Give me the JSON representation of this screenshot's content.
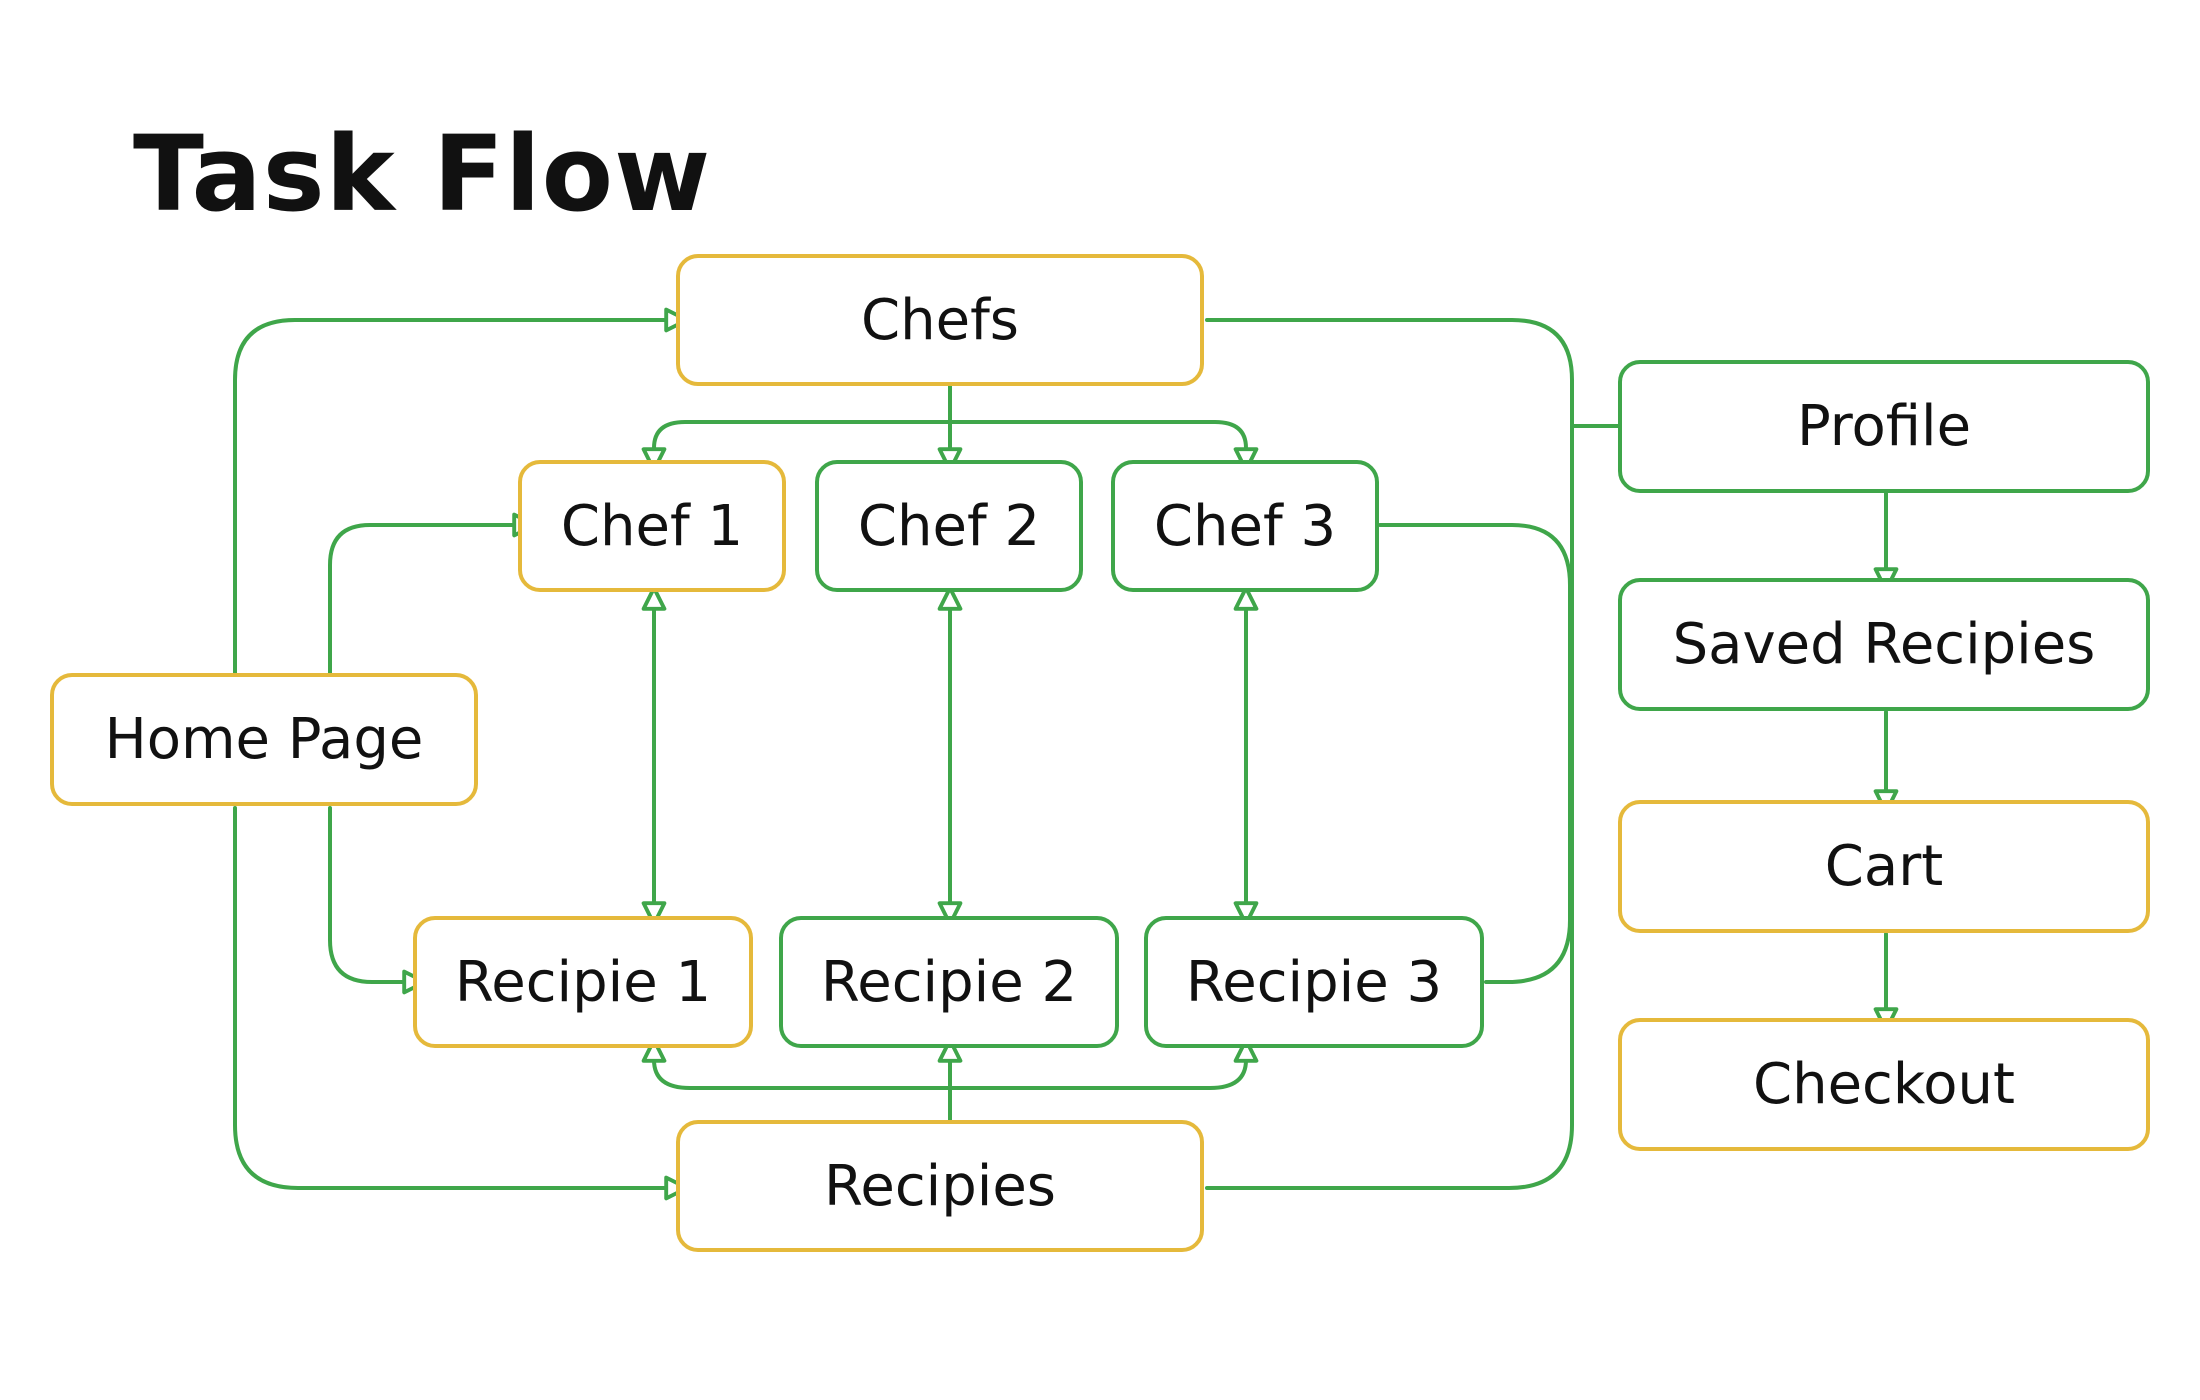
{
  "diagram": {
    "title": "Task Flow",
    "colors": {
      "connector": "#3fa64a",
      "node_yellow": "#e5b93b",
      "node_green": "#3fa64a",
      "text": "#111111"
    },
    "nodes": {
      "home_page": {
        "label": "Home Page",
        "border": "yellow"
      },
      "chefs": {
        "label": "Chefs",
        "border": "yellow"
      },
      "chef_1": {
        "label": "Chef 1",
        "border": "yellow"
      },
      "chef_2": {
        "label": "Chef 2",
        "border": "green"
      },
      "chef_3": {
        "label": "Chef 3",
        "border": "green"
      },
      "recipie_1": {
        "label": "Recipie 1",
        "border": "yellow"
      },
      "recipie_2": {
        "label": "Recipie 2",
        "border": "green"
      },
      "recipie_3": {
        "label": "Recipie 3",
        "border": "green"
      },
      "recipies": {
        "label": "Recipies",
        "border": "yellow"
      },
      "profile": {
        "label": "Profile",
        "border": "green"
      },
      "saved_recipies": {
        "label": "Saved Recipies",
        "border": "green"
      },
      "cart": {
        "label": "Cart",
        "border": "yellow"
      },
      "checkout": {
        "label": "Checkout",
        "border": "yellow"
      }
    },
    "edges": [
      {
        "from": "home_page",
        "to": "chefs"
      },
      {
        "from": "home_page",
        "to": "chef_1"
      },
      {
        "from": "home_page",
        "to": "recipie_1"
      },
      {
        "from": "home_page",
        "to": "recipies"
      },
      {
        "from": "chefs",
        "to": "chef_1"
      },
      {
        "from": "chefs",
        "to": "chef_2"
      },
      {
        "from": "chefs",
        "to": "chef_3"
      },
      {
        "from": "chef_1",
        "to": "recipie_1",
        "bidirectional": true
      },
      {
        "from": "chef_2",
        "to": "recipie_2",
        "bidirectional": true
      },
      {
        "from": "chef_3",
        "to": "recipie_3",
        "bidirectional": true
      },
      {
        "from": "recipies",
        "to": "recipie_1"
      },
      {
        "from": "recipies",
        "to": "recipie_2"
      },
      {
        "from": "recipies",
        "to": "recipie_3"
      },
      {
        "from": "chefs",
        "to": "profile"
      },
      {
        "from": "chef_3",
        "to": "profile"
      },
      {
        "from": "recipie_3",
        "to": "profile"
      },
      {
        "from": "recipies",
        "to": "profile"
      },
      {
        "from": "profile",
        "to": "saved_recipies"
      },
      {
        "from": "saved_recipies",
        "to": "cart"
      },
      {
        "from": "cart",
        "to": "checkout"
      }
    ]
  }
}
